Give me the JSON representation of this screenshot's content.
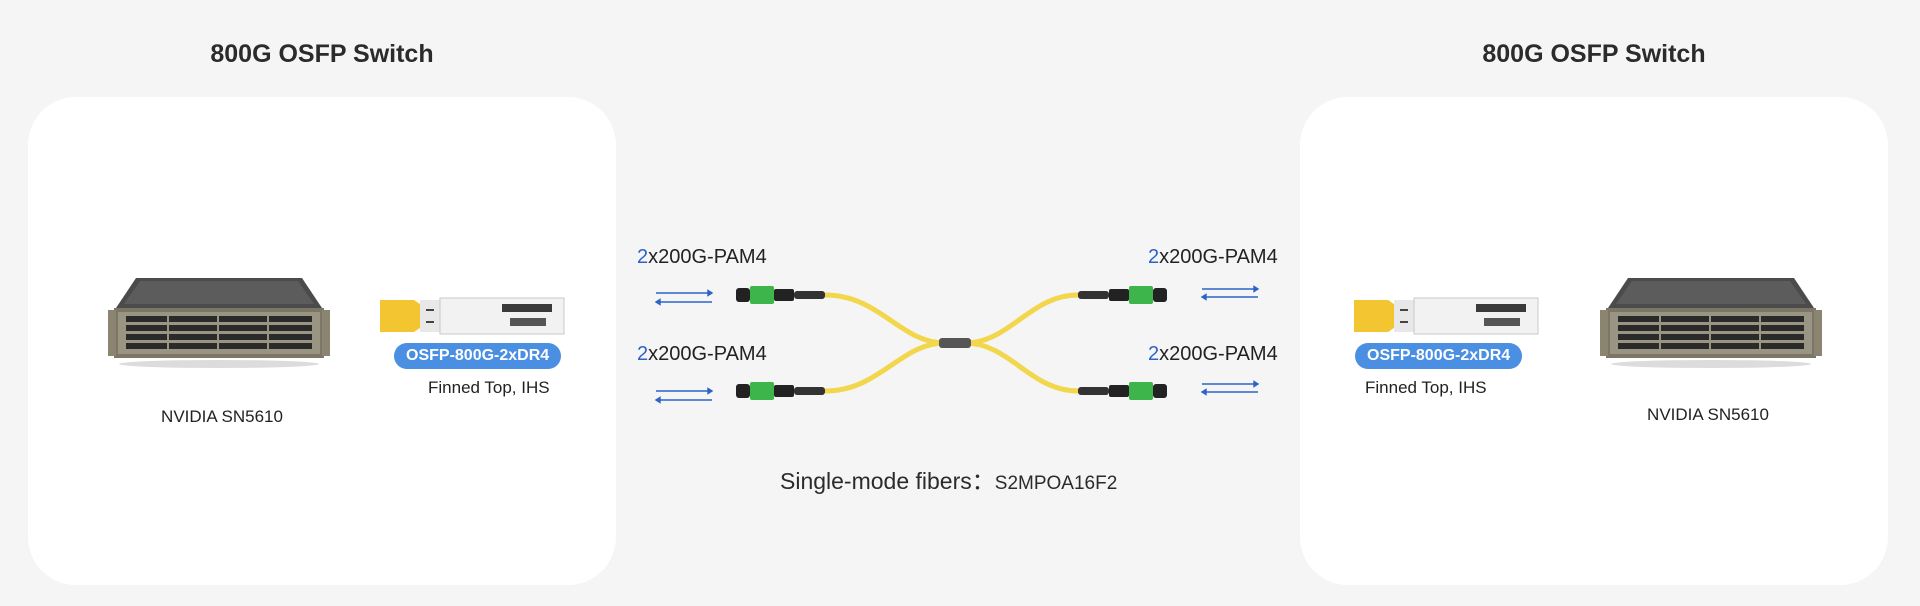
{
  "left": {
    "title": "800G OSFP Switch",
    "switch_name": "NVIDIA SN5610",
    "module_name": "OSFP-800G-2xDR4",
    "module_note": "Finned Top, IHS"
  },
  "right": {
    "title": "800G OSFP Switch",
    "switch_name": "NVIDIA SN5610",
    "module_name": "OSFP-800G-2xDR4",
    "module_note": "Finned Top, IHS"
  },
  "lanes": {
    "prefix": "2",
    "suffix": "x200G-PAM4"
  },
  "fiber": {
    "label": "Single-mode fibers：",
    "part_number": "S2MPOA16F2"
  },
  "colors": {
    "background": "#f5f5f5",
    "panel": "#ffffff",
    "badge": "#4a8fe2",
    "fiber": "#f2d64b",
    "mpo_connector": "#3db54a",
    "signal_arrow": "#2c63c9"
  }
}
